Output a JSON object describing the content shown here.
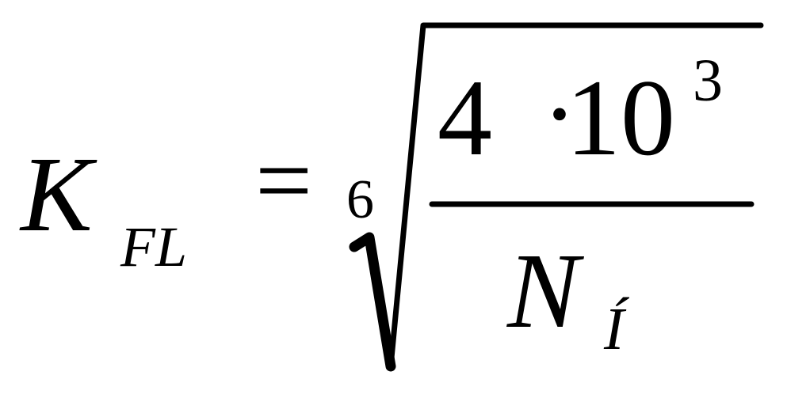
{
  "formula": {
    "lhs_symbol": "K",
    "lhs_subscript": "FL",
    "operator": "=",
    "root_index": "6",
    "numerator_coefficient": "4",
    "multiply_sign": "·",
    "numerator_base": "10",
    "numerator_exponent": "3",
    "denominator_symbol": "N",
    "denominator_subscript": "Í"
  },
  "colors": {
    "ink": "#000000",
    "background": "#ffffff"
  }
}
